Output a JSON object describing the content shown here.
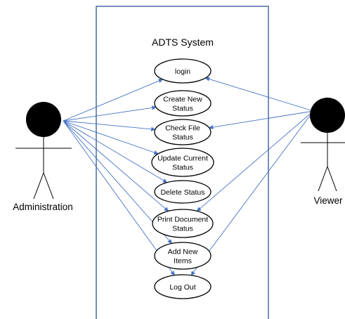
{
  "system": {
    "title": "ADTS System"
  },
  "actors": {
    "administration": {
      "label": "Administration"
    },
    "viewer": {
      "label": "Viewer"
    }
  },
  "use_cases": [
    {
      "id": "login",
      "lines": [
        "login"
      ]
    },
    {
      "id": "create-new-status",
      "lines": [
        "Create New",
        "Status"
      ]
    },
    {
      "id": "check-file-status",
      "lines": [
        "Check File",
        "Status"
      ]
    },
    {
      "id": "update-current-status",
      "lines": [
        "Update Current",
        "Status"
      ]
    },
    {
      "id": "delete-status",
      "lines": [
        "Delete Status"
      ]
    },
    {
      "id": "print-document-status",
      "lines": [
        "Print Document",
        "Status"
      ]
    },
    {
      "id": "add-new-items",
      "lines": [
        "Add New",
        "Items"
      ]
    },
    {
      "id": "log-out",
      "lines": [
        "Log Out"
      ]
    }
  ],
  "associations": {
    "administration": [
      "login",
      "create-new-status",
      "check-file-status",
      "update-current-status",
      "delete-status",
      "print-document-status",
      "add-new-items",
      "log-out"
    ],
    "viewer": [
      "login",
      "check-file-status",
      "print-document-status",
      "log-out"
    ]
  },
  "colors": {
    "boundary": "#2e5597",
    "arrow": "#4472c4",
    "actor_head": "#000000"
  }
}
